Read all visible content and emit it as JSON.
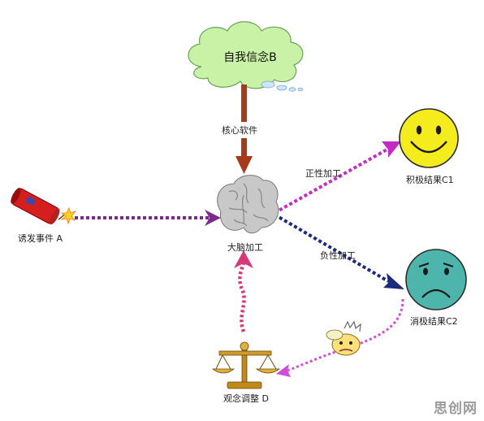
{
  "nodes": {
    "belief": "自我信念B",
    "brain": "大脑加工",
    "trigger": "诱发事件 A",
    "positive": "积极结果C1",
    "negative": "消极结果C2",
    "adjust": "观念调整 D"
  },
  "edges": {
    "core": "核心软件",
    "positive_process": "正性加工",
    "negative_process": "负性加工"
  },
  "watermark": "思创网",
  "colors": {
    "cloud_fill": "#c9f2a6",
    "core_arrow": "#a8391a",
    "trigger_arrow": "#7b2a8c",
    "positive_arrow": "#c42bc4",
    "negative_arrow": "#1b2a7a",
    "adjust_arrow": "#d8367a",
    "feedback_arrow": "#d34bd6",
    "smiley": "#f4ec1d",
    "sad_face": "#4eb5ad"
  },
  "icons": [
    "thought-cloud-icon",
    "brain-icon",
    "dynamite-icon",
    "smiley-face-icon",
    "sad-face-icon",
    "balance-scale-icon",
    "confused-face-icon"
  ]
}
